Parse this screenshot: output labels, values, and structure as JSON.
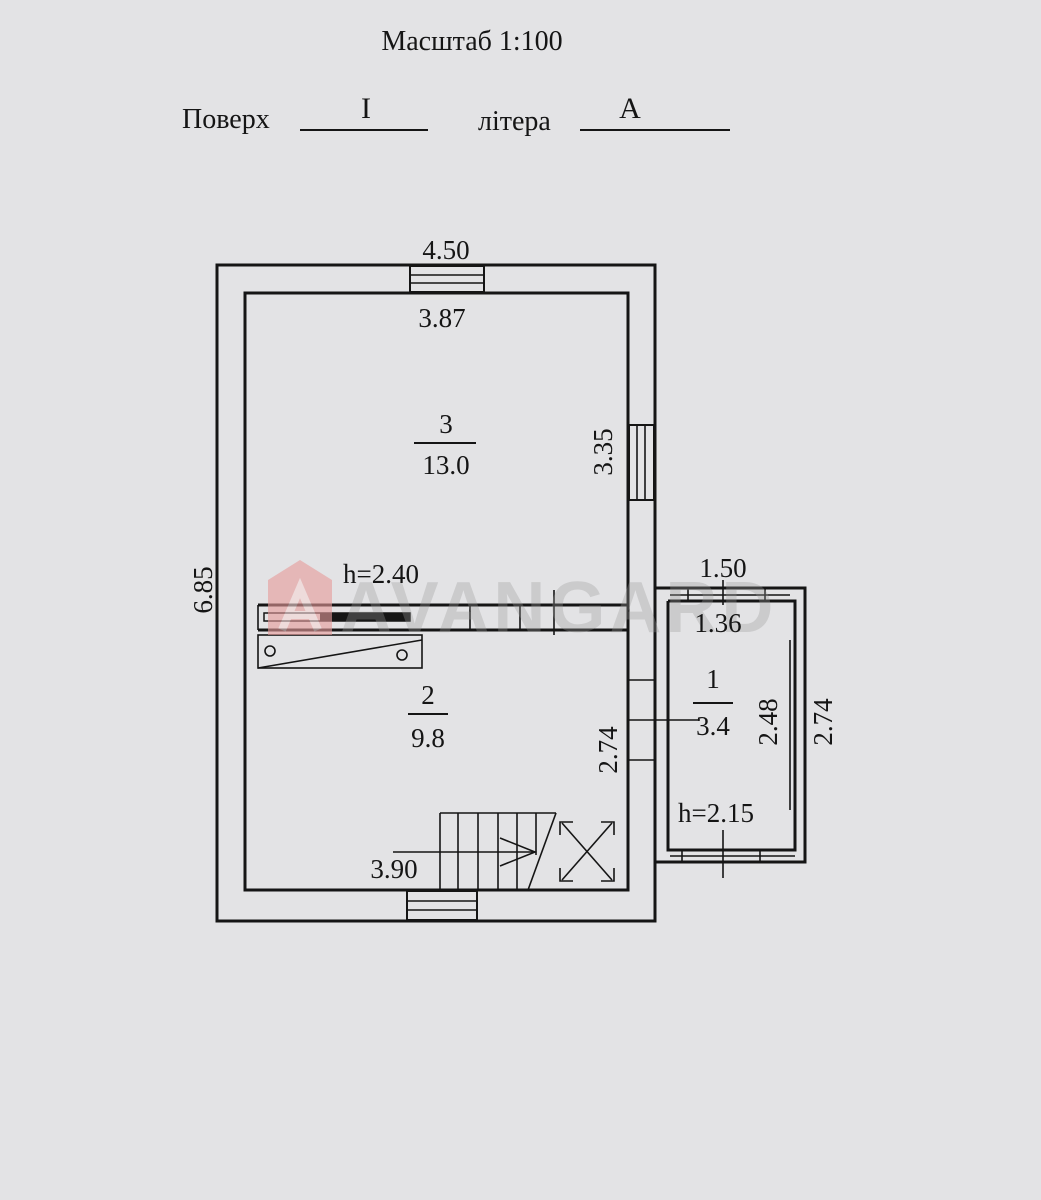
{
  "header": {
    "scale": "Масштаб 1:100",
    "floor_label": "Поверх",
    "floor_value": "I",
    "letter_label": "літера",
    "letter_value": "А"
  },
  "plan": {
    "dimensions": {
      "outer_width": "4.50",
      "inner_width_room3": "3.87",
      "room3_depth": "3.35",
      "outer_length": "6.85",
      "annex_outer_width": "1.50",
      "annex_inner_width": "1.36",
      "room2_depth": "2.74",
      "annex_inner_depth": "2.48",
      "annex_outer_depth": "2.74",
      "inner_width_room2": "3.90"
    },
    "heights": {
      "main": "h=2.40",
      "annex": "h=2.15"
    },
    "rooms": [
      {
        "number": "3",
        "area": "13.0"
      },
      {
        "number": "2",
        "area": "9.8"
      },
      {
        "number": "1",
        "area": "3.4"
      }
    ]
  },
  "watermark": "AVANGARD"
}
